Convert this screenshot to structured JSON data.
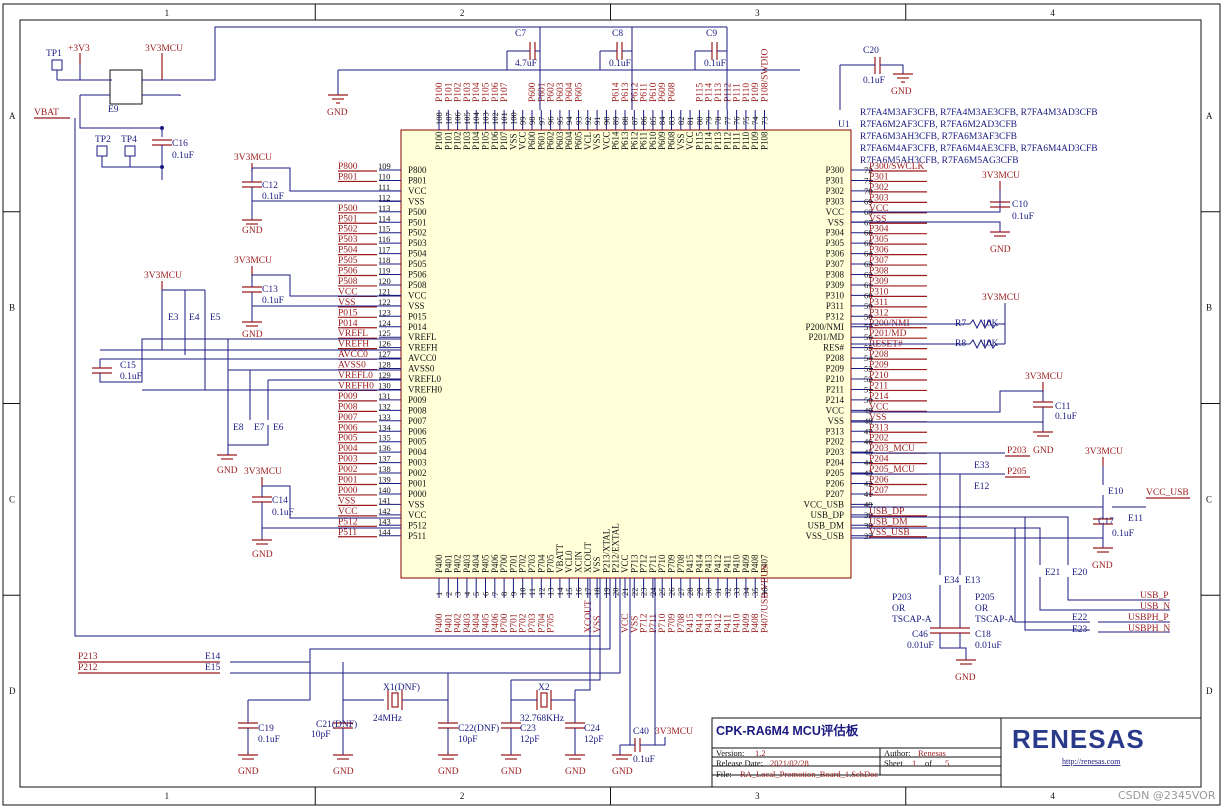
{
  "frame": {
    "cols": [
      "1",
      "2",
      "3",
      "4"
    ],
    "rows": [
      "A",
      "B",
      "C",
      "D"
    ]
  },
  "left_pins": [
    {
      "num": "109",
      "name": "P800",
      "net": "P800"
    },
    {
      "num": "110",
      "name": "P801",
      "net": "P801"
    },
    {
      "num": "111",
      "name": "VCC",
      "net": ""
    },
    {
      "num": "112",
      "name": "VSS",
      "net": ""
    },
    {
      "num": "113",
      "name": "P500",
      "net": "P500"
    },
    {
      "num": "114",
      "name": "P501",
      "net": "P501"
    },
    {
      "num": "115",
      "name": "P502",
      "net": "P502"
    },
    {
      "num": "116",
      "name": "P503",
      "net": "P503"
    },
    {
      "num": "117",
      "name": "P504",
      "net": "P504"
    },
    {
      "num": "118",
      "name": "P505",
      "net": "P505"
    },
    {
      "num": "119",
      "name": "P506",
      "net": "P506"
    },
    {
      "num": "120",
      "name": "P508",
      "net": "P508"
    },
    {
      "num": "121",
      "name": "VCC",
      "net": "VCC"
    },
    {
      "num": "122",
      "name": "VSS",
      "net": "VSS"
    },
    {
      "num": "123",
      "name": "P015",
      "net": "P015"
    },
    {
      "num": "124",
      "name": "P014",
      "net": "P014"
    },
    {
      "num": "125",
      "name": "VREFL",
      "net": "VREFL"
    },
    {
      "num": "126",
      "name": "VREFH",
      "net": "VREFH"
    },
    {
      "num": "127",
      "name": "AVCC0",
      "net": "AVCC0"
    },
    {
      "num": "128",
      "name": "AVSS0",
      "net": "AVSS0"
    },
    {
      "num": "129",
      "name": "VREFL0",
      "net": "VREFL0"
    },
    {
      "num": "130",
      "name": "VREFH0",
      "net": "VREFH0"
    },
    {
      "num": "131",
      "name": "P009",
      "net": "P009"
    },
    {
      "num": "132",
      "name": "P008",
      "net": "P008"
    },
    {
      "num": "133",
      "name": "P007",
      "net": "P007"
    },
    {
      "num": "134",
      "name": "P006",
      "net": "P006"
    },
    {
      "num": "135",
      "name": "P005",
      "net": "P005"
    },
    {
      "num": "136",
      "name": "P004",
      "net": "P004"
    },
    {
      "num": "137",
      "name": "P003",
      "net": "P003"
    },
    {
      "num": "138",
      "name": "P002",
      "net": "P002"
    },
    {
      "num": "139",
      "name": "P001",
      "net": "P001"
    },
    {
      "num": "140",
      "name": "P000",
      "net": "P000"
    },
    {
      "num": "141",
      "name": "VSS",
      "net": "VSS"
    },
    {
      "num": "142",
      "name": "VCC",
      "net": "VCC"
    },
    {
      "num": "143",
      "name": "P512",
      "net": "P512"
    },
    {
      "num": "144",
      "name": "P511",
      "net": "P511"
    }
  ],
  "right_pins": [
    {
      "num": "72",
      "name": "P300",
      "net": "P300/SWCLK"
    },
    {
      "num": "71",
      "name": "P301",
      "net": "P301"
    },
    {
      "num": "70",
      "name": "P302",
      "net": "P302"
    },
    {
      "num": "69",
      "name": "P303",
      "net": "P303"
    },
    {
      "num": "68",
      "name": "VCC",
      "net": "VCC"
    },
    {
      "num": "67",
      "name": "VSS",
      "net": "VSS"
    },
    {
      "num": "66",
      "name": "P304",
      "net": "P304"
    },
    {
      "num": "65",
      "name": "P305",
      "net": "P305"
    },
    {
      "num": "64",
      "name": "P306",
      "net": "P306"
    },
    {
      "num": "63",
      "name": "P307",
      "net": "P307"
    },
    {
      "num": "62",
      "name": "P308",
      "net": "P308"
    },
    {
      "num": "61",
      "name": "P309",
      "net": "P309"
    },
    {
      "num": "60",
      "name": "P310",
      "net": "P310"
    },
    {
      "num": "59",
      "name": "P311",
      "net": "P311"
    },
    {
      "num": "58",
      "name": "P312",
      "net": "P312"
    },
    {
      "num": "57",
      "name": "P200/NMI",
      "net": "P200/NMI"
    },
    {
      "num": "56",
      "name": "P201/MD",
      "net": "P201/MD"
    },
    {
      "num": "55",
      "name": "RES#",
      "net": "RESET#"
    },
    {
      "num": "54",
      "name": "P208",
      "net": "P208"
    },
    {
      "num": "53",
      "name": "P209",
      "net": "P209"
    },
    {
      "num": "52",
      "name": "P210",
      "net": "P210"
    },
    {
      "num": "51",
      "name": "P211",
      "net": "P211"
    },
    {
      "num": "50",
      "name": "P214",
      "net": "P214"
    },
    {
      "num": "49",
      "name": "VCC",
      "net": "VCC"
    },
    {
      "num": "48",
      "name": "VSS",
      "net": "VSS"
    },
    {
      "num": "47",
      "name": "P313",
      "net": "P313"
    },
    {
      "num": "46",
      "name": "P202",
      "net": "P202"
    },
    {
      "num": "45",
      "name": "P203",
      "net": "P203_MCU"
    },
    {
      "num": "44",
      "name": "P204",
      "net": "P204"
    },
    {
      "num": "43",
      "name": "P205",
      "net": "P205_MCU"
    },
    {
      "num": "42",
      "name": "P206",
      "net": "P206"
    },
    {
      "num": "41",
      "name": "P207",
      "net": "P207"
    },
    {
      "num": "40",
      "name": "VCC_USB",
      "net": ""
    },
    {
      "num": "39",
      "name": "USB_DP",
      "net": "USB_DP"
    },
    {
      "num": "38",
      "name": "USB_DM",
      "net": "USB_DM"
    },
    {
      "num": "37",
      "name": "VSS_USB",
      "net": "VSS_USB"
    }
  ],
  "top_pins": [
    {
      "num": "108",
      "name": "P100",
      "net": "P100"
    },
    {
      "num": "107",
      "name": "P101",
      "net": "P101"
    },
    {
      "num": "106",
      "name": "P102",
      "net": "P102"
    },
    {
      "num": "105",
      "name": "P103",
      "net": "P103"
    },
    {
      "num": "104",
      "name": "P104",
      "net": "P104"
    },
    {
      "num": "103",
      "name": "P105",
      "net": "P105"
    },
    {
      "num": "102",
      "name": "P106",
      "net": "P106"
    },
    {
      "num": "101",
      "name": "P107",
      "net": "P107"
    },
    {
      "num": "100",
      "name": "VSS",
      "net": ""
    },
    {
      "num": "99",
      "name": "VCC",
      "net": ""
    },
    {
      "num": "98",
      "name": "P600",
      "net": "P600"
    },
    {
      "num": "97",
      "name": "P601",
      "net": "P601"
    },
    {
      "num": "96",
      "name": "P602",
      "net": "P602"
    },
    {
      "num": "95",
      "name": "P603",
      "net": "P603"
    },
    {
      "num": "94",
      "name": "P604",
      "net": "P604"
    },
    {
      "num": "93",
      "name": "P605",
      "net": "P605"
    },
    {
      "num": "92",
      "name": "VCL",
      "net": ""
    },
    {
      "num": "91",
      "name": "VSS",
      "net": ""
    },
    {
      "num": "90",
      "name": "VCC",
      "net": ""
    },
    {
      "num": "89",
      "name": "P614",
      "net": "P614"
    },
    {
      "num": "88",
      "name": "P613",
      "net": "P613"
    },
    {
      "num": "87",
      "name": "P612",
      "net": "P612"
    },
    {
      "num": "86",
      "name": "P611",
      "net": "P611"
    },
    {
      "num": "85",
      "name": "P610",
      "net": "P610"
    },
    {
      "num": "84",
      "name": "P609",
      "net": "P609"
    },
    {
      "num": "83",
      "name": "P608",
      "net": "P608"
    },
    {
      "num": "82",
      "name": "VSS",
      "net": ""
    },
    {
      "num": "81",
      "name": "VCC",
      "net": ""
    },
    {
      "num": "80",
      "name": "P115",
      "net": "P115"
    },
    {
      "num": "79",
      "name": "P114",
      "net": "P114"
    },
    {
      "num": "78",
      "name": "P113",
      "net": "P113"
    },
    {
      "num": "77",
      "name": "P112",
      "net": "P112"
    },
    {
      "num": "76",
      "name": "P111",
      "net": "P111"
    },
    {
      "num": "75",
      "name": "P110",
      "net": "P110"
    },
    {
      "num": "74",
      "name": "P109",
      "net": "P109"
    },
    {
      "num": "73",
      "name": "P108",
      "net": "P108/SWDIO"
    }
  ],
  "bottom_pins": [
    {
      "num": "1",
      "name": "P400",
      "net": "P400"
    },
    {
      "num": "2",
      "name": "P401",
      "net": "P401"
    },
    {
      "num": "3",
      "name": "P402",
      "net": "P402"
    },
    {
      "num": "4",
      "name": "P403",
      "net": "P403"
    },
    {
      "num": "5",
      "name": "P404",
      "net": "P404"
    },
    {
      "num": "6",
      "name": "P405",
      "net": "P405"
    },
    {
      "num": "7",
      "name": "P406",
      "net": "P406"
    },
    {
      "num": "8",
      "name": "P700",
      "net": "P700"
    },
    {
      "num": "9",
      "name": "P701",
      "net": "P701"
    },
    {
      "num": "10",
      "name": "P702",
      "net": "P702"
    },
    {
      "num": "11",
      "name": "P703",
      "net": "P703"
    },
    {
      "num": "12",
      "name": "P704",
      "net": "P704"
    },
    {
      "num": "13",
      "name": "P705",
      "net": "P705"
    },
    {
      "num": "14",
      "name": "VBATT",
      "net": ""
    },
    {
      "num": "15",
      "name": "VCL0",
      "net": ""
    },
    {
      "num": "16",
      "name": "XCIN",
      "net": ""
    },
    {
      "num": "17",
      "name": "XCOUT",
      "net": "XCOUT"
    },
    {
      "num": "18",
      "name": "VSS",
      "net": "VSS"
    },
    {
      "num": "19",
      "name": "P213/XTAL",
      "net": ""
    },
    {
      "num": "20",
      "name": "P212/EXTAL",
      "net": ""
    },
    {
      "num": "21",
      "name": "VCC",
      "net": "VCC"
    },
    {
      "num": "22",
      "name": "P713",
      "net": "VSS"
    },
    {
      "num": "23",
      "name": "P712",
      "net": "P712"
    },
    {
      "num": "24",
      "name": "P711",
      "net": "P711"
    },
    {
      "num": "25",
      "name": "P710",
      "net": "P710"
    },
    {
      "num": "26",
      "name": "P709",
      "net": "P709"
    },
    {
      "num": "27",
      "name": "P708",
      "net": "P708"
    },
    {
      "num": "28",
      "name": "P415",
      "net": "P415"
    },
    {
      "num": "29",
      "name": "P414",
      "net": "P414"
    },
    {
      "num": "30",
      "name": "P413",
      "net": "P413"
    },
    {
      "num": "31",
      "name": "P412",
      "net": "P412"
    },
    {
      "num": "32",
      "name": "P411",
      "net": "P411"
    },
    {
      "num": "33",
      "name": "P410",
      "net": "P410"
    },
    {
      "num": "34",
      "name": "P409",
      "net": "P409"
    },
    {
      "num": "35",
      "name": "P408",
      "net": "P408"
    },
    {
      "num": "36",
      "name": "P407",
      "net": "P407/USB VBUS"
    }
  ],
  "labels": {
    "u1": "U1",
    "u1_parts": [
      "R7FA4M3AF3CFB, R7FA4M3AE3CFB, R7FA4M3AD3CFB",
      "R7FA6M2AF3CFB, R7FA6M2AD3CFB",
      "R7FA6M3AH3CFB, R7FA6M3AF3CFB",
      "R7FA6M4AF3CFB, R7FA6M4AE3CFB, R7FA6M4AD3CFB",
      "R7FA6M5AH3CFB, R7FA6M5AG3CFB"
    ],
    "tp1": "TP1",
    "tp2": "TP2",
    "tp3": "TP4",
    "p3v3": "+3V3",
    "v3v3mcu": "3V3MCU",
    "vbat": "VBAT",
    "e9": "E9",
    "c16": "C16",
    "c16v": "0.1uF",
    "c12": "C12",
    "c12v": "0.1uF",
    "c13": "C13",
    "c13v": "0.1uF",
    "c15": "C15",
    "c15v": "0.1uF",
    "c14": "C14",
    "c14v": "0.1uF",
    "c7": "C7",
    "c7v": "4.7uF",
    "c8": "C8",
    "c8v": "0.1uF",
    "c9": "C9",
    "c9v": "0.1uF",
    "c20": "C20",
    "c20v": "0.1uF",
    "c10": "C10",
    "c10v": "0.1uF",
    "c11": "C11",
    "c11v": "0.1uF",
    "c17": "C17",
    "c17v": "0.1uF",
    "c46": "C46",
    "c46v": "0.01uF",
    "c18": "C18",
    "c18v": "0.01uF",
    "c19": "C19",
    "c19v": "0.1uF",
    "c21": "C21(DNF)",
    "c21v": "10pF",
    "c22": "C22(DNF)",
    "c22v": "10pF",
    "c23": "C23",
    "c23v": "12pF",
    "c24": "C24",
    "c24v": "12pF",
    "c40": "C40",
    "c40v": "0.1uF",
    "x1": "X1(DNF)",
    "x1v": "24MHz",
    "x2": "X2",
    "x2v": "32.768KHz",
    "r7": "R7",
    "r7v": "10K",
    "r8": "R8",
    "r8v": "10K",
    "e3": "E3",
    "e4": "E4",
    "e5": "E5",
    "e8": "E8",
    "e7": "E7",
    "e6": "E6",
    "e33": "E33",
    "e12": "E12",
    "e34": "E34",
    "e13": "E13",
    "e10": "E10",
    "e11": "E11",
    "e21": "E21",
    "e20": "E20",
    "e22": "E22",
    "e23": "E23",
    "e14": "E14",
    "e15": "E15",
    "gnd": "GND",
    "vcc_usb": "VCC_USB",
    "p203": "P203",
    "p205": "P205",
    "usb_p": "USB_P",
    "usb_n": "USB_N",
    "usbph_p": "USBPH_P",
    "usbph_n": "USBPH_N",
    "p213": "P213",
    "p212": "P212",
    "opt_p203": [
      "P203",
      "OR",
      "TSCAP-A"
    ],
    "opt_p205": [
      "P205",
      "OR",
      "TSCAP-A"
    ]
  },
  "title_block": {
    "title": "CPK-RA6M4 MCU评估板",
    "version_label": "Version:",
    "version": "1.2",
    "author_label": "Author:",
    "author": "Renesas",
    "release_label": "Release Date:",
    "release": "2021/02/28",
    "sheet_label": "Sheet",
    "sheet": "1",
    "of_label": "of",
    "total": "5",
    "file_label": "File:",
    "file": "RA_Local_Promotion_Board_1.SchDoc",
    "logo": "RENESAS",
    "url": "http://renesas.com"
  },
  "watermark": "CSDN @2345VOR"
}
